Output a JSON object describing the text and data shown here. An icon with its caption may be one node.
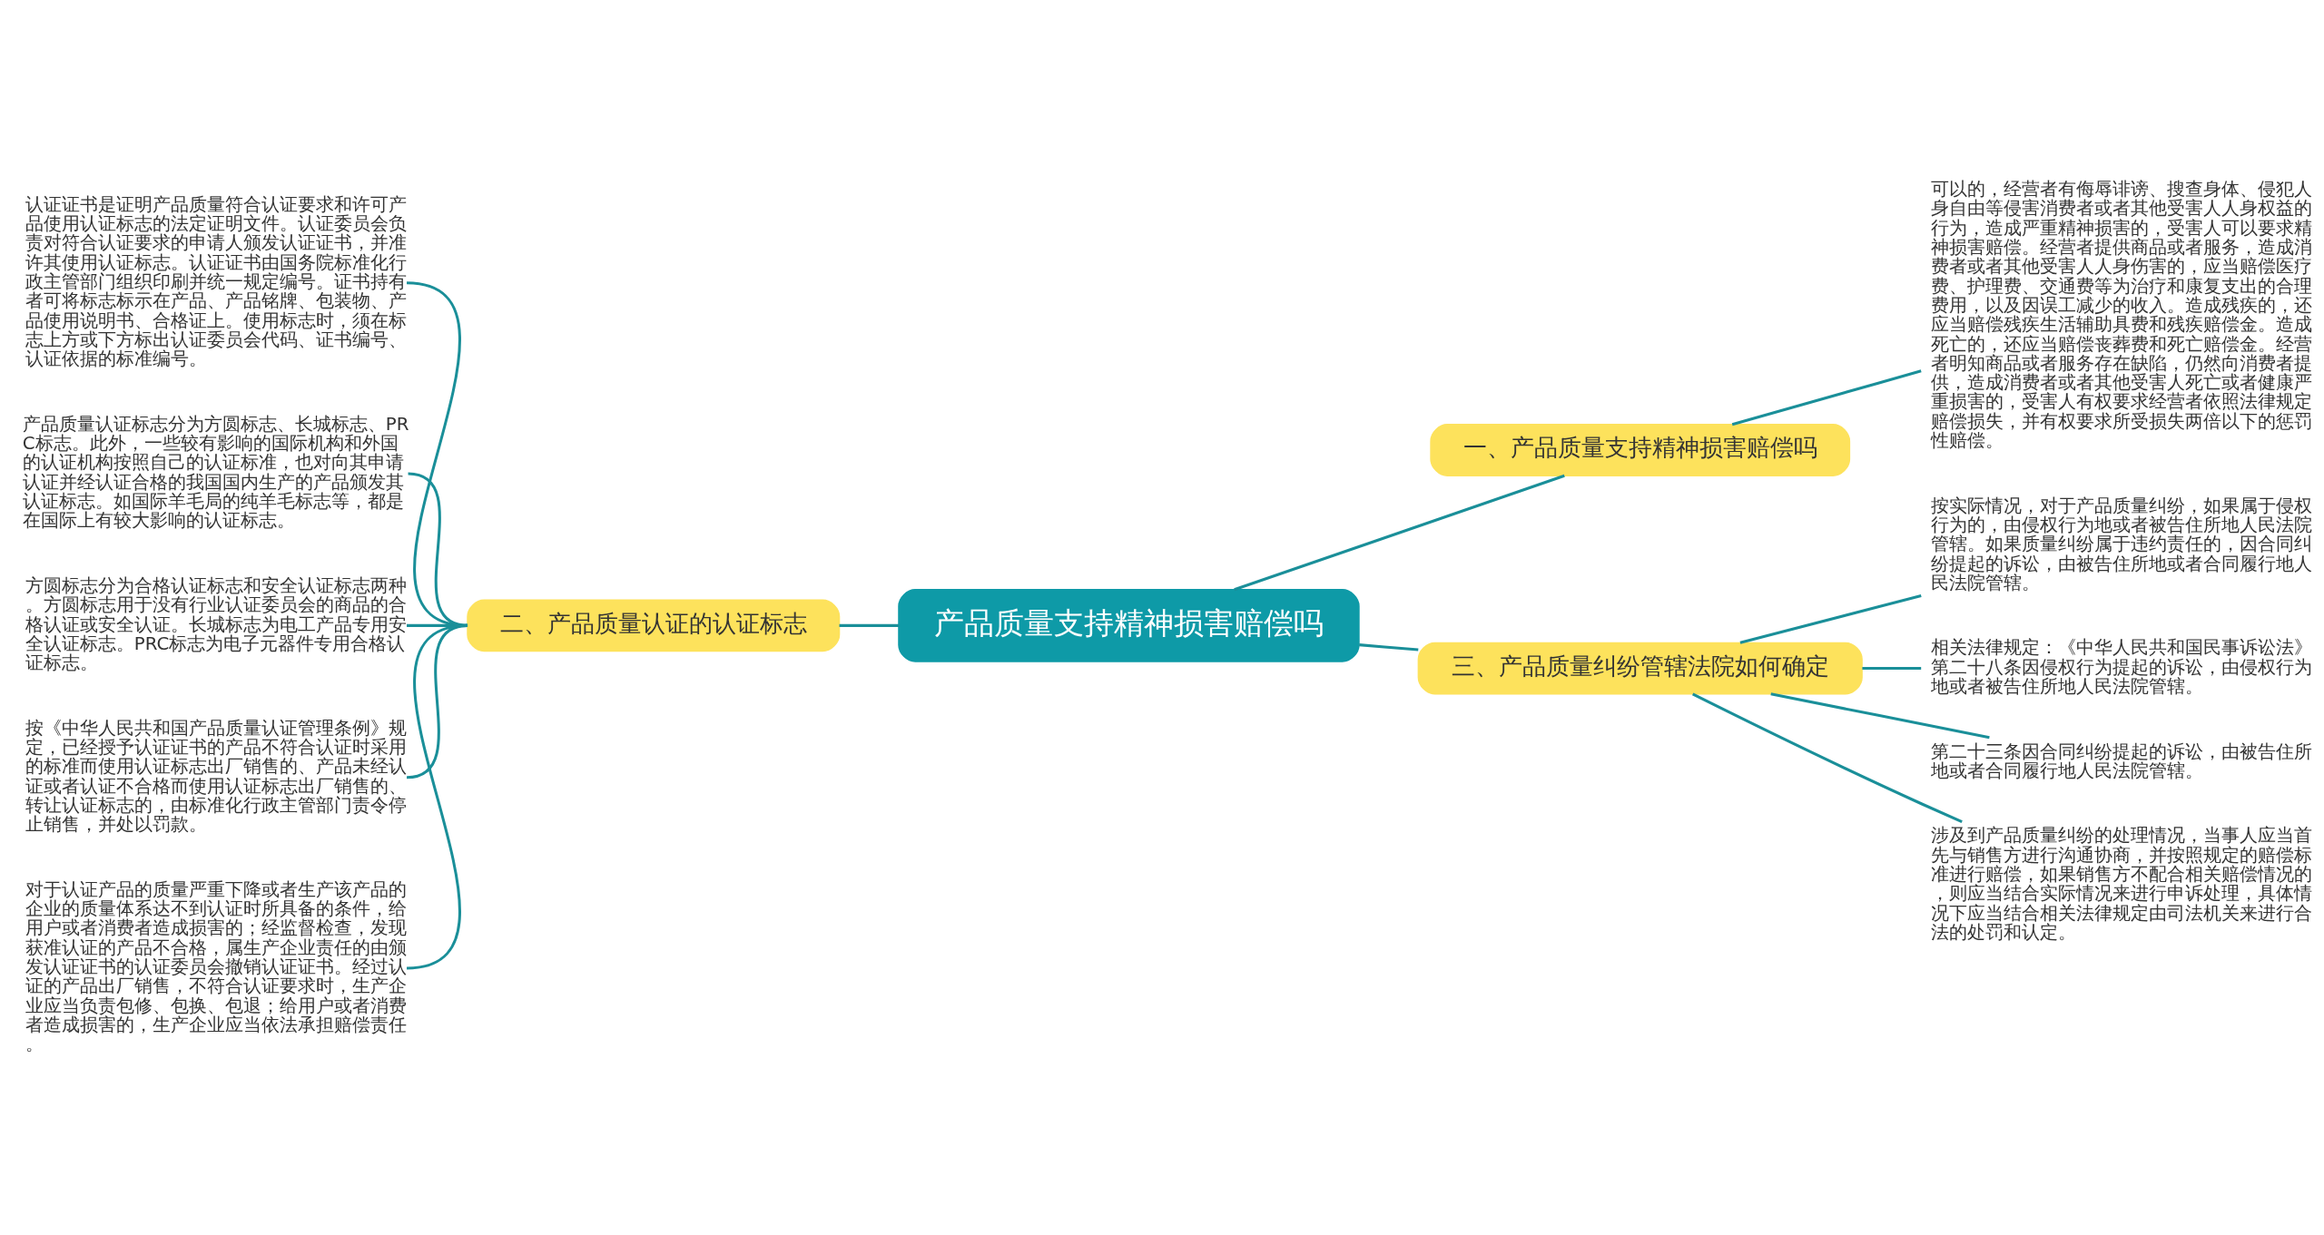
{
  "diagram": {
    "nodes": [
      {
        "text": [
          "产品质量支持精神损害赔偿吗"
        ]
      },
      {
        "text": [
          "一、产品质量支持精神损害赔偿吗"
        ]
      },
      {
        "text": [
          "可以的，经营者有侮辱诽谤、搜查身体、侵犯人身自由等侵害消费者或者其他受害人人身权益的行为，造成严重精神损害的，受害人可以要求精神损害赔偿。经营者提供商品或者服务，造成消费者或者其他受害人人身伤害的，应当赔偿医疗费、护理费、交通费等为治疗和康复支出的合理费用，以及因误工减少的收入。造成残疾的，还应当赔偿残疾生活辅助具费和残疾赔偿金。造成死亡的，还应当赔偿丧葬费和死亡赔偿金。经营者明知商品或者服务存在缺陷，仍然向消费者提供，造成消费者或者其他受害人死亡或者健康严重损害的，受害人有权要求经营者依照法律规定赔偿损失，并有权要求所受损失两倍以下的惩罚性赔偿。"
        ]
      },
      {
        "text": [
          "二、产品质量认证的认证标志"
        ]
      },
      {
        "text": [
          "认证证书是证明产品质量符合认证要求和许可产品使用认证标志的法定证明文件。认证委员会负责对符合认证要求的申请人颁发认证证书，并准许其使用认证标志。认证证书由国务院标准化行政主管部门组织印刷并统一规定编号。证书持有者可将标志标示在产品、产品铭牌、包装物、产品使用说明书、合格证上。使用标志时，须在标志上方或下方标出认证委员会代码、证书编号、认证依据的标准编号。"
        ]
      },
      {
        "text": [
          "产品质量认证标志分为方圆标志、长城标志、PRC标志。此外，一些较有影响的国际机构和外国的认证机构按照自己的认证标准，也对向其申请认证并经认证合格的我国国内生产的产品颁发其认证标志。如国际羊毛局的纯羊毛标志等，都是在国际上有较大影响的认证标志。"
        ]
      },
      {
        "text": [
          "方圆标志分为合格认证标志和安全认证标志两种。方圆标志用于没有行业认证委员会的商品的合格认证或安全认证。长城标志为电工产品专用安全认证标志。PRC标志为电子元器件专用合格认证标志。"
        ]
      },
      {
        "text": [
          "按《中华人民共和国产品质量认证管理条例》规定，已经授予认证证书的产品不符合认证时采用的标准而使用认证标志出厂销售的、产品未经认证或者认证不合格而使用认证标志出厂销售的、转让认证标志的，由标准化行政主管部门责令停止销售，并处以罚款。"
        ]
      },
      {
        "text": [
          "对于认证产品的质量严重下降或者生产该产品的企业的质量体系达不到认证时所具备的条件，给用户或者消费者造成损害的；经监督检查，发现获准认证的产品不合格，属生产企业责任的由颁发认证证书的认证委员会撤销认证证书。经过认证的产品出厂销售，不符合认证要求时，生产企业应当负责包修、包换、包退；给用户或者消费者造成损害的，生产企业应当依法承担赔偿责任。"
        ]
      },
      {
        "text": [
          "三、产品质量纠纷管辖法院如何确定"
        ]
      },
      {
        "text": [
          "按实际情况，对于产品质量纠纷，如果属于侵权行为的，由侵权行为地或者被告住所地人民法院管辖。如果质量纠纷属于违约责任的，因合同纠纷提起的诉讼，由被告住所地或者合同履行地人民法院管辖。"
        ]
      },
      {
        "text": [
          "相关法律规定：《中华人民共和国民事诉讼法》第二十八条因侵权行为提起的诉讼，由侵权行为地或者被告住所地人民法院管辖。"
        ]
      },
      {
        "text": [
          "第二十三条因合同纠纷提起的诉讼，由被告住所地或者合同履行地人民法院管辖。"
        ]
      },
      {
        "text": [
          "涉及到产品质量纠纷的处理情况，当事人应当首先与销售方进行沟通协商，并按照规定的赔偿标准进行赔偿，如果销售方不配合相关赔偿情况的，则应当结合实际情况来进行申诉处理，具体情况下应当结合相关法律规定由司法机关来进行合法的处罚和认定。"
        ]
      }
    ],
    "edges": [
      {
        "from": 0,
        "to": 1,
        "arrow": "none"
      },
      {
        "from": 1,
        "to": 2,
        "arrow": "none"
      },
      {
        "from": 0,
        "to": 3,
        "arrow": "none"
      },
      {
        "from": 3,
        "to": 4,
        "arrow": "none"
      },
      {
        "from": 3,
        "to": 5,
        "arrow": "none"
      },
      {
        "from": 3,
        "to": 6,
        "arrow": "none"
      },
      {
        "from": 3,
        "to": 7,
        "arrow": "none"
      },
      {
        "from": 3,
        "to": 8,
        "arrow": "none"
      },
      {
        "from": 0,
        "to": 9,
        "arrow": "none"
      },
      {
        "from": 9,
        "to": 10,
        "arrow": "none"
      },
      {
        "from": 9,
        "to": 11,
        "arrow": "none"
      },
      {
        "from": 9,
        "to": 12,
        "arrow": "none"
      },
      {
        "from": 9,
        "to": 13,
        "arrow": "none"
      }
    ]
  }
}
